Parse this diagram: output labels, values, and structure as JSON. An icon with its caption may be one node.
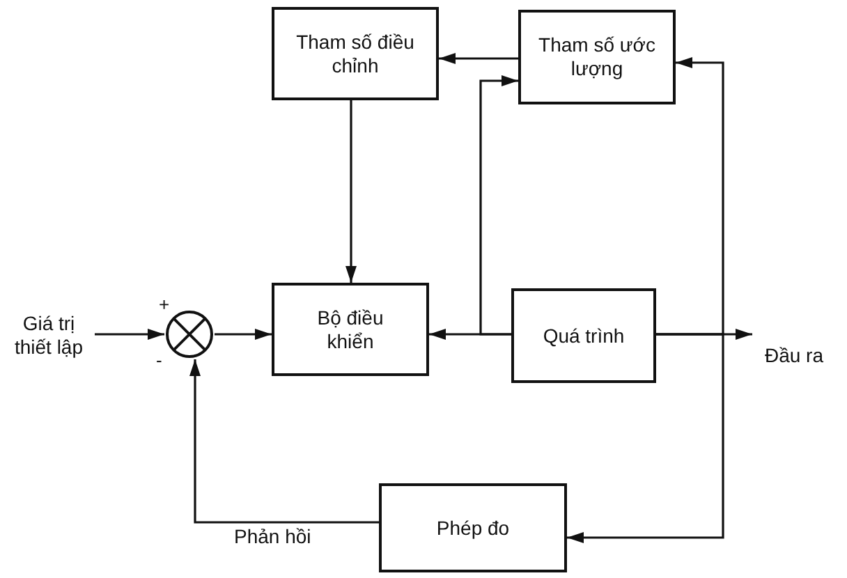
{
  "diagram": {
    "nodes": [
      {
        "text": [
          "Tham số điều chỉnh"
        ]
      },
      {
        "text": [
          "Tham số ước lượng"
        ]
      },
      {
        "text": [
          "Giá trị thiết lập"
        ]
      },
      {
        "text": [],
        "shape": "circle"
      },
      {
        "text": [
          "Bộ điều khiển"
        ]
      },
      {
        "text": [
          "Quá trình"
        ]
      },
      {
        "text": [
          "Đầu ra"
        ]
      },
      {
        "text": [
          "Phép đo"
        ]
      }
    ],
    "edges": [
      {
        "from": 2,
        "to": 3,
        "arrow": "to"
      },
      {
        "from": 3,
        "to": 4,
        "arrow": "to"
      },
      {
        "from": 5,
        "to": 4,
        "arrow": "to"
      },
      {
        "from": 5,
        "to": 1,
        "arrow": "to"
      },
      {
        "from": 5,
        "to": 6,
        "arrow": "to"
      },
      {
        "from": 5,
        "to": 1,
        "arrow": "to"
      },
      {
        "from": 5,
        "to": 7,
        "arrow": "to"
      },
      {
        "from": 7,
        "to": 3,
        "arrow": "to",
        "label": "Phản hồi"
      },
      {
        "from": 1,
        "to": 0,
        "arrow": "to"
      },
      {
        "from": 0,
        "to": 4,
        "arrow": "to"
      }
    ],
    "labels": [
      "+",
      "-"
    ]
  }
}
